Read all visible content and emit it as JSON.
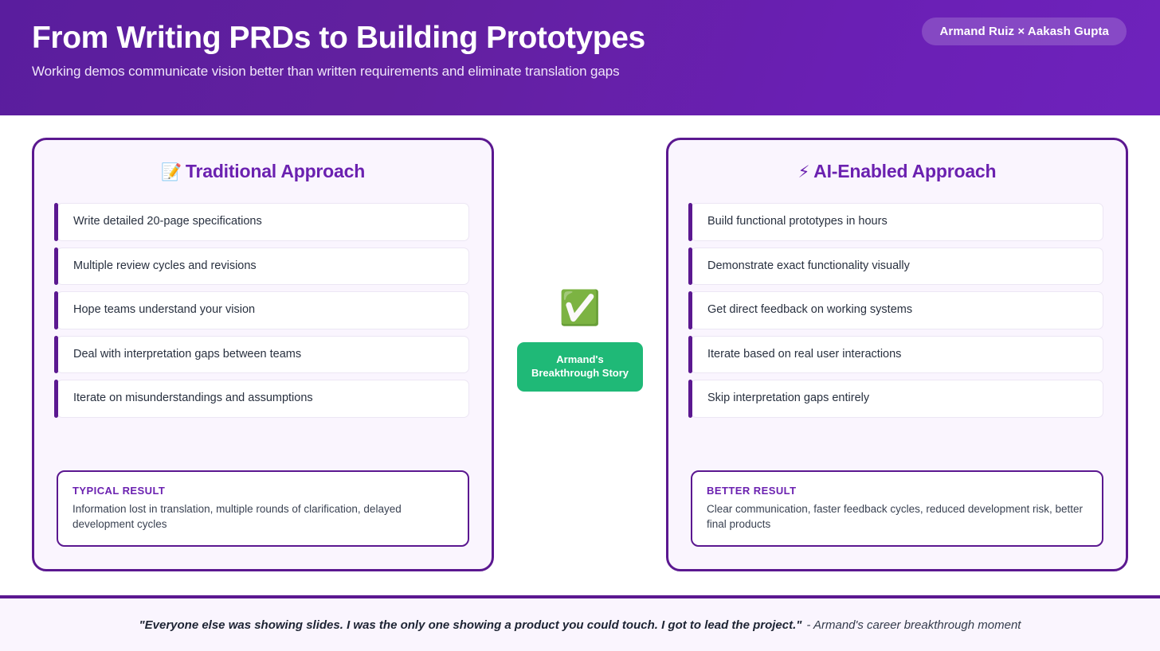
{
  "header": {
    "title": "From Writing PRDs to Building Prototypes",
    "subtitle": "Working demos communicate vision better than written requirements and eliminate translation gaps",
    "badge": "Armand Ruiz × Aakash Gupta",
    "gradient_start": "#5a1d9e",
    "gradient_end": "#6e22bc"
  },
  "left_card": {
    "icon": "📝",
    "icon_name": "memo-icon",
    "title": "Traditional Approach",
    "items": [
      "Write detailed 20-page specifications",
      "Multiple review cycles and revisions",
      "Hope teams understand your vision",
      "Deal with interpretation gaps between teams",
      "Iterate on misunderstandings and assumptions"
    ],
    "result_label": "TYPICAL RESULT",
    "result_text": "Information lost in translation, multiple rounds of clarification, delayed development cycles"
  },
  "center": {
    "check_icon": "✅",
    "check_icon_name": "green-check-icon",
    "badge_line1": "Armand's",
    "badge_line2": "Breakthrough Story",
    "badge_color": "#1fb977"
  },
  "right_card": {
    "icon": "⚡",
    "icon_name": "lightning-bolt-icon",
    "title": "AI-Enabled Approach",
    "items": [
      "Build functional prototypes in hours",
      "Demonstrate exact functionality visually",
      "Get direct feedback on working systems",
      "Iterate based on real user interactions",
      "Skip interpretation gaps entirely"
    ],
    "result_label": "BETTER RESULT",
    "result_text": "Clear communication, faster feedback cycles, reduced development risk, better final products"
  },
  "footer": {
    "quote": "\"Everyone else was showing slides. I was the only one showing a product you could touch. I got to lead the project.\"",
    "attribution": "- Armand's career breakthrough moment"
  },
  "colors": {
    "purple_accent": "#5b1890",
    "purple_title": "#6b21b0",
    "card_bg": "#faf5fe",
    "green": "#1fb977"
  }
}
